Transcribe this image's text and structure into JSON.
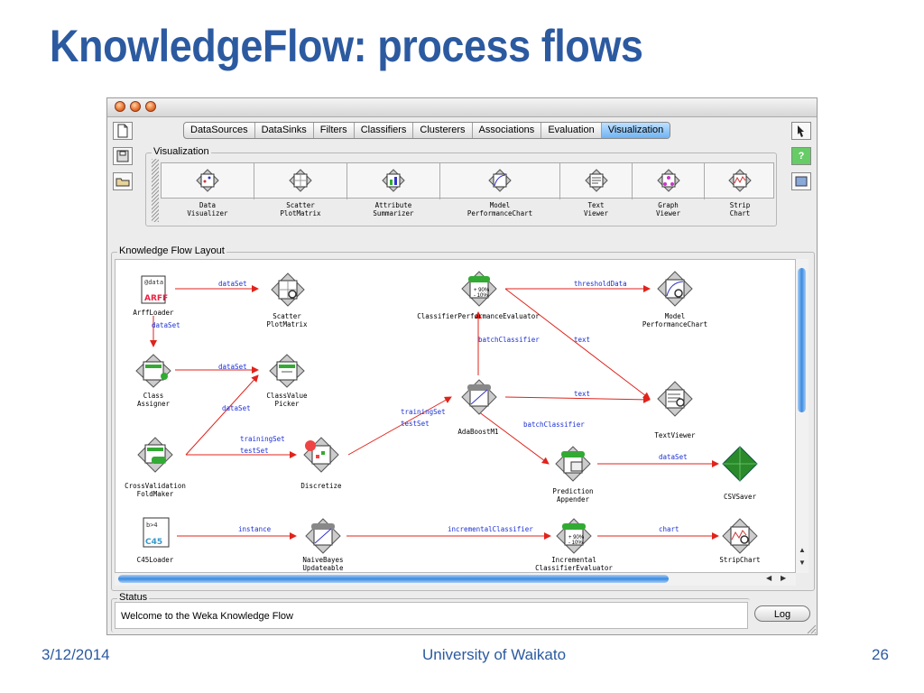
{
  "slide": {
    "title": "KnowledgeFlow: process flows",
    "footer_date": "3/12/2014",
    "footer_center": "University of Waikato",
    "footer_page": "26"
  },
  "colors": {
    "title": "#2c5aa0",
    "active_tab": "#6fb3f3",
    "connection": "#e0231b",
    "conn_label": "#1a2fd6"
  },
  "tabs": [
    "DataSources",
    "DataSinks",
    "Filters",
    "Classifiers",
    "Clusterers",
    "Associations",
    "Evaluation",
    "Visualization"
  ],
  "active_tab": "Visualization",
  "visualization": {
    "legend": "Visualization",
    "tools": [
      {
        "label": "Data\nVisualizer",
        "icon": "data-visualizer-icon"
      },
      {
        "label": "Scatter\nPlotMatrix",
        "icon": "scatter-plot-matrix-icon"
      },
      {
        "label": "Attribute\nSummarizer",
        "icon": "attribute-summarizer-icon"
      },
      {
        "label": "Model\nPerformanceChart",
        "icon": "model-performance-chart-icon"
      },
      {
        "label": "Text\nViewer",
        "icon": "text-viewer-icon"
      },
      {
        "label": "Graph\nViewer",
        "icon": "graph-viewer-icon"
      },
      {
        "label": "Strip\nChart",
        "icon": "strip-chart-icon"
      }
    ]
  },
  "layout": {
    "legend": "Knowledge Flow Layout",
    "nodes": [
      {
        "id": "arffloader",
        "label": "ArffLoader",
        "icon": "arff-loader-icon"
      },
      {
        "id": "scatter",
        "label": "Scatter\nPlotMatrix",
        "icon": "scatter-plot-matrix-icon"
      },
      {
        "id": "cpe",
        "label": "ClassifierPerformanceEvaluator",
        "icon": "classifier-performance-evaluator-icon"
      },
      {
        "id": "mpc",
        "label": "Model\nPerformanceChart",
        "icon": "model-performance-chart-icon"
      },
      {
        "id": "classassigner",
        "label": "Class\nAssigner",
        "icon": "class-assigner-icon"
      },
      {
        "id": "classvaluepicker",
        "label": "ClassValue\nPicker",
        "icon": "class-value-picker-icon"
      },
      {
        "id": "adaboost",
        "label": "AdaBoostM1",
        "icon": "adaboost-icon"
      },
      {
        "id": "textviewer",
        "label": "TextViewer",
        "icon": "text-viewer-icon"
      },
      {
        "id": "cvfm",
        "label": "CrossValidation\nFoldMaker",
        "icon": "cross-validation-icon"
      },
      {
        "id": "discretize",
        "label": "Discretize",
        "icon": "discretize-icon"
      },
      {
        "id": "predappender",
        "label": "Prediction\nAppender",
        "icon": "prediction-appender-icon"
      },
      {
        "id": "csvsaver",
        "label": "CSVSaver",
        "icon": "csv-saver-icon"
      },
      {
        "id": "c45loader",
        "label": "C45Loader",
        "icon": "c45-loader-icon"
      },
      {
        "id": "naivebayes",
        "label": "NaiveBayes\nUpdateable",
        "icon": "naive-bayes-icon"
      },
      {
        "id": "ice",
        "label": "Incremental\nClassifierEvaluator",
        "icon": "incremental-evaluator-icon"
      },
      {
        "id": "stripchart",
        "label": "StripChart",
        "icon": "strip-chart-icon"
      }
    ],
    "connection_labels": [
      {
        "id": "c1",
        "text": "dataSet"
      },
      {
        "id": "c2",
        "text": "dataSet"
      },
      {
        "id": "c3",
        "text": "dataSet"
      },
      {
        "id": "c4",
        "text": "dataSet"
      },
      {
        "id": "c5",
        "text": "thresholdData"
      },
      {
        "id": "c6",
        "text": "batchClassifier"
      },
      {
        "id": "c7",
        "text": "text"
      },
      {
        "id": "c8",
        "text": "text"
      },
      {
        "id": "c9",
        "text": "trainingSet"
      },
      {
        "id": "c10",
        "text": "testSet"
      },
      {
        "id": "c11",
        "text": "trainingSet"
      },
      {
        "id": "c12",
        "text": "testSet"
      },
      {
        "id": "c13",
        "text": "batchClassifier"
      },
      {
        "id": "c14",
        "text": "dataSet"
      },
      {
        "id": "c15",
        "text": "instance"
      },
      {
        "id": "c16",
        "text": "incrementalClassifier"
      },
      {
        "id": "c17",
        "text": "chart"
      }
    ]
  },
  "status": {
    "legend": "Status",
    "message": "Welcome to the Weka Knowledge Flow",
    "log_button": "Log"
  }
}
